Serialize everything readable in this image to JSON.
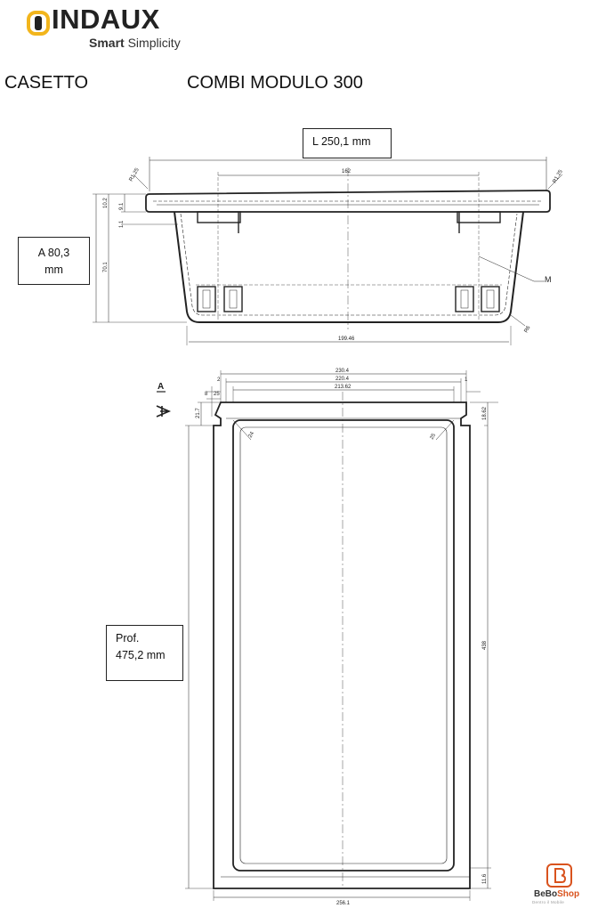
{
  "brand": {
    "name": "INDAUX",
    "tagline_bold": "Smart",
    "tagline_rest": "Simplicity"
  },
  "header": {
    "left_title": "CASETTO",
    "right_title": "COMBI MODULO 300"
  },
  "callouts": {
    "length": "L 250,1 mm",
    "height_line1": "A 80,3",
    "height_line2": "mm",
    "depth_line1": "Prof.",
    "depth_line2": "475,2 mm"
  },
  "side_view": {
    "dim_162": "162",
    "dim_19946": "199.46",
    "radius_top_left": "R1.25",
    "radius_top_right": "R1.25",
    "radius_bottom": "R6",
    "dim_102": "10.2",
    "dim_91": "9.1",
    "dim_11": "1.1",
    "dim_701": "70.1",
    "label_m": "M"
  },
  "top_view": {
    "label_a": "A",
    "dim_2304": "230.4",
    "dim_2234": "220.4",
    "dim_21362": "213.62",
    "dim_2": "2",
    "dim_1": "1",
    "dim_8": "8",
    "dim_25": "25",
    "dim_217": "21.7",
    "dim_1862": "18.62",
    "dim_438": "438",
    "dim_24": "24",
    "dim_2661": "256.1",
    "dim_116": "11.6"
  },
  "watermark": {
    "name_a": "BeBo",
    "name_b": "Shop",
    "slogan": "Dentro il Mobile"
  }
}
